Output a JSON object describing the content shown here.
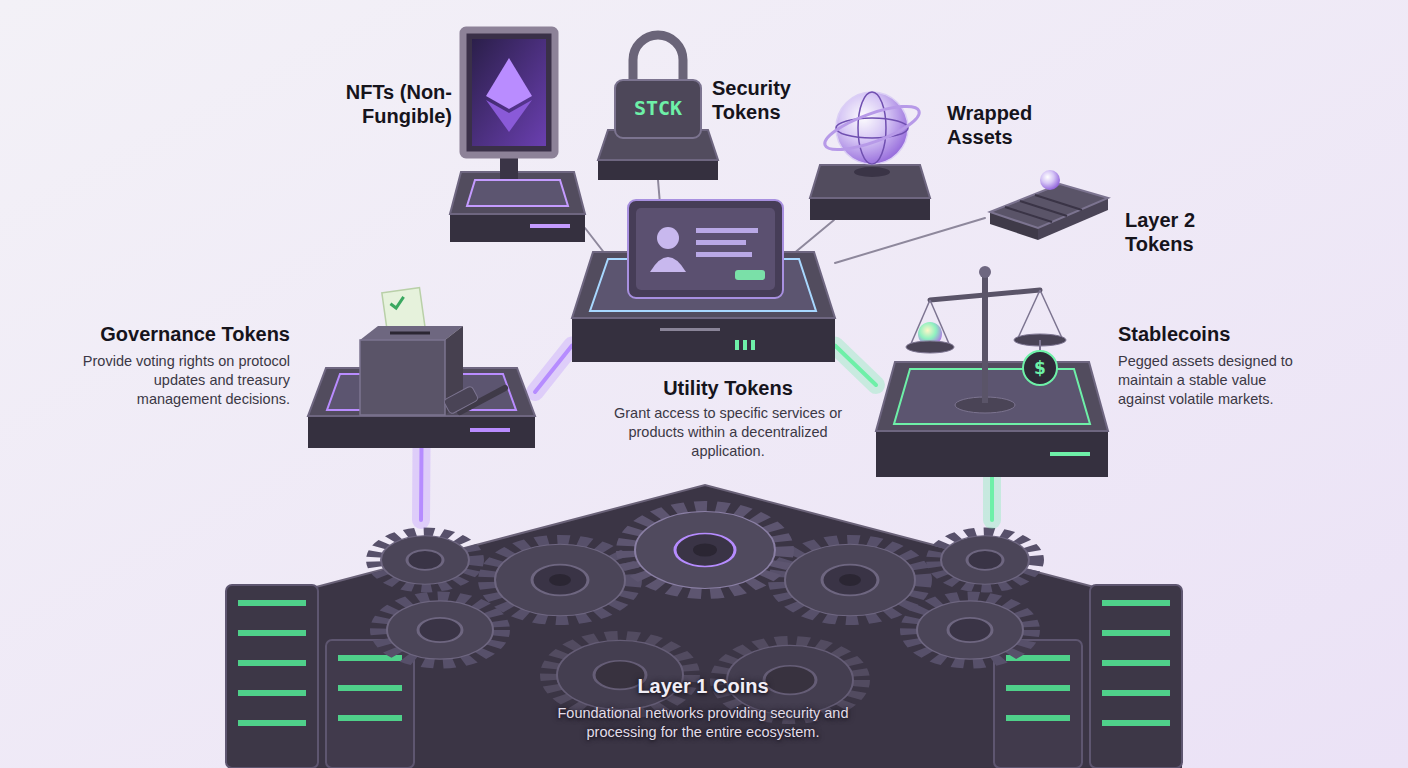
{
  "diagram": {
    "nodes": [
      {
        "text": [
          "NFTs (Non-Fungible)"
        ]
      },
      {
        "text": [
          "Security Tokens"
        ]
      },
      {
        "text": [
          "Wrapped Assets"
        ]
      },
      {
        "text": [
          "Layer 2 Tokens"
        ]
      },
      {
        "text": [
          "Governance Tokens",
          "Provide voting rights on protocol updates and treasury management decisions."
        ]
      },
      {
        "text": [
          "Utility Tokens",
          "Grant access to specific services or products within a decentralized application."
        ]
      },
      {
        "text": [
          "Stablecoins",
          "Pegged assets designed to maintain a stable value against volatile markets."
        ]
      },
      {
        "text": [
          "Layer 1 Coins",
          "Foundational networks providing security and processing for the entire ecosystem."
        ]
      }
    ],
    "edges": [
      {
        "from": 5,
        "to": 0,
        "arrow": "none"
      },
      {
        "from": 5,
        "to": 1,
        "arrow": "none"
      },
      {
        "from": 5,
        "to": 2,
        "arrow": "none"
      },
      {
        "from": 5,
        "to": 3,
        "arrow": "none"
      },
      {
        "from": 5,
        "to": 4,
        "arrow": "none"
      },
      {
        "from": 5,
        "to": 6,
        "arrow": "none"
      },
      {
        "from": 4,
        "to": 7,
        "arrow": "none"
      },
      {
        "from": 6,
        "to": 7,
        "arrow": "none"
      }
    ],
    "labels": [
      "STCK",
      "$"
    ]
  }
}
